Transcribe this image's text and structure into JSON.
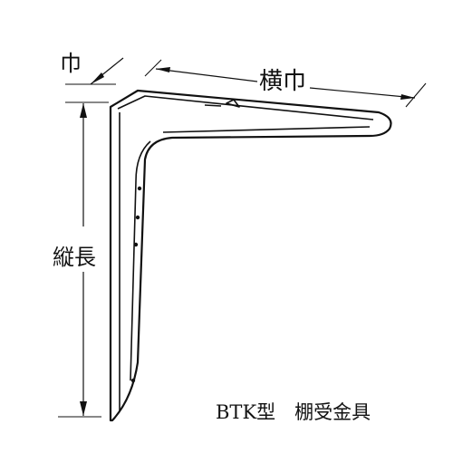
{
  "title": "BTK型　棚受金具",
  "labels": {
    "width": "巾",
    "horizontal_width": "横巾",
    "vertical_length": "縦長"
  },
  "colors": {
    "ink": "#111111",
    "paper": "#ffffff"
  }
}
